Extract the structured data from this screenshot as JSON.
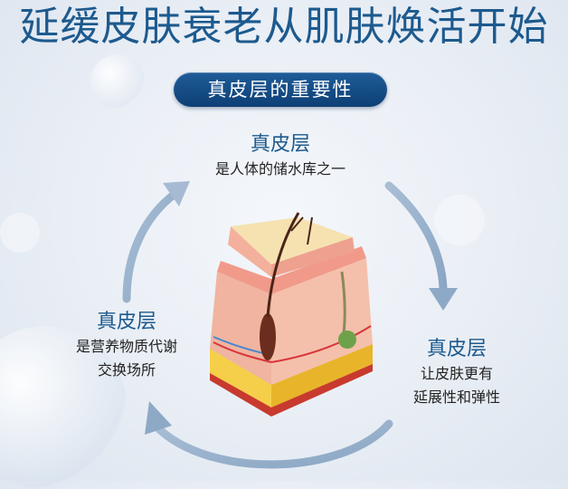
{
  "header": {
    "title": "延缓皮肤衰老从肌肤焕活开始",
    "subtitle_pill": "真皮层的重要性"
  },
  "cycle": {
    "top": {
      "heading": "真皮层",
      "description": "是人体的储水库之一"
    },
    "right": {
      "heading": "真皮层",
      "description_line1": "让皮肤更有",
      "description_line2": "延展性和弹性"
    },
    "left": {
      "heading": "真皮层",
      "description_line1": "是营养物质代谢",
      "description_line2": "交换场所"
    }
  },
  "illustration": {
    "subject": "skin-cross-section"
  },
  "colors": {
    "title": "#1d5a8e",
    "pill_bg": "#0d3f75",
    "arrow": "#9fb6cf",
    "text": "#222222"
  }
}
